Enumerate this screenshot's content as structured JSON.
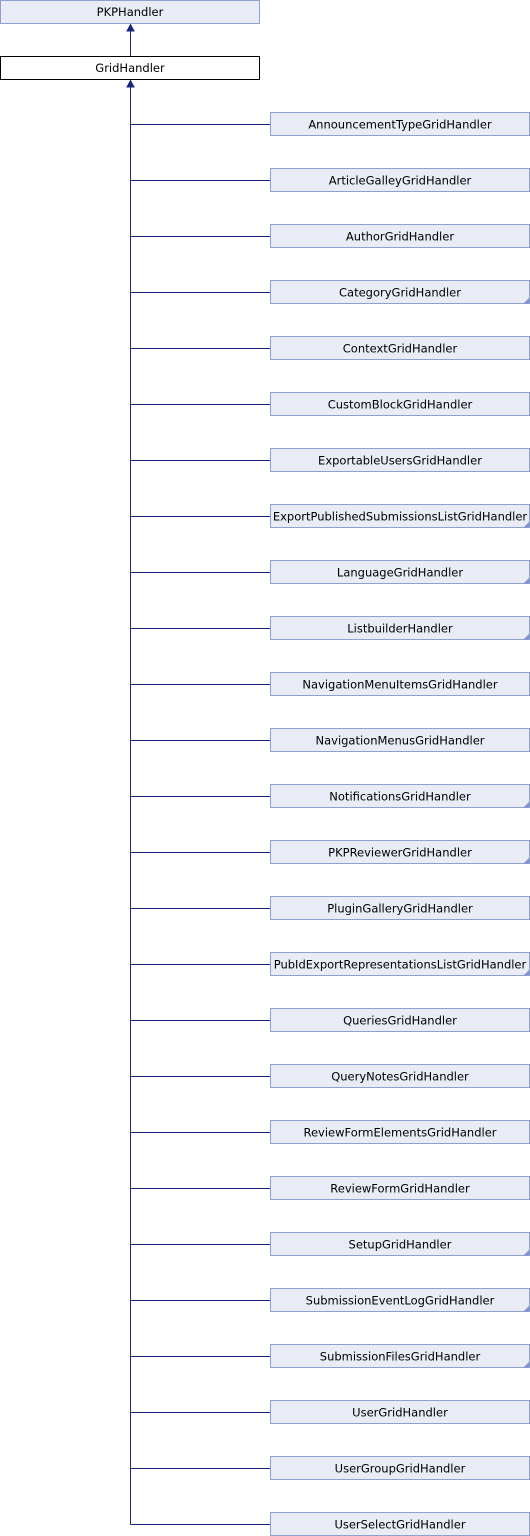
{
  "colors": {
    "node_fill": "#e9ecf7",
    "node_border": "#8fa0cc",
    "current_fill": "#ffffff",
    "current_border": "#000000",
    "edge": "#1a237e",
    "fold": "#7d93cc"
  },
  "parent": {
    "label": "PKPHandler"
  },
  "current": {
    "label": "GridHandler"
  },
  "children": [
    {
      "label": "AnnouncementTypeGridHandler",
      "has_subclasses": false
    },
    {
      "label": "ArticleGalleyGridHandler",
      "has_subclasses": false
    },
    {
      "label": "AuthorGridHandler",
      "has_subclasses": false
    },
    {
      "label": "CategoryGridHandler",
      "has_subclasses": true
    },
    {
      "label": "ContextGridHandler",
      "has_subclasses": false
    },
    {
      "label": "CustomBlockGridHandler",
      "has_subclasses": false
    },
    {
      "label": "ExportableUsersGridHandler",
      "has_subclasses": false
    },
    {
      "label": "ExportPublishedSubmissionsListGridHandler",
      "has_subclasses": true
    },
    {
      "label": "LanguageGridHandler",
      "has_subclasses": true
    },
    {
      "label": "ListbuilderHandler",
      "has_subclasses": true
    },
    {
      "label": "NavigationMenuItemsGridHandler",
      "has_subclasses": false
    },
    {
      "label": "NavigationMenusGridHandler",
      "has_subclasses": false
    },
    {
      "label": "NotificationsGridHandler",
      "has_subclasses": true
    },
    {
      "label": "PKPReviewerGridHandler",
      "has_subclasses": true
    },
    {
      "label": "PluginGalleryGridHandler",
      "has_subclasses": false
    },
    {
      "label": "PubIdExportRepresentationsListGridHandler",
      "has_subclasses": true
    },
    {
      "label": "QueriesGridHandler",
      "has_subclasses": false
    },
    {
      "label": "QueryNotesGridHandler",
      "has_subclasses": false
    },
    {
      "label": "ReviewFormElementsGridHandler",
      "has_subclasses": false
    },
    {
      "label": "ReviewFormGridHandler",
      "has_subclasses": false
    },
    {
      "label": "SetupGridHandler",
      "has_subclasses": true
    },
    {
      "label": "SubmissionEventLogGridHandler",
      "has_subclasses": true
    },
    {
      "label": "SubmissionFilesGridHandler",
      "has_subclasses": true
    },
    {
      "label": "UserGridHandler",
      "has_subclasses": false
    },
    {
      "label": "UserGroupGridHandler",
      "has_subclasses": false
    },
    {
      "label": "UserSelectGridHandler",
      "has_subclasses": false
    }
  ]
}
